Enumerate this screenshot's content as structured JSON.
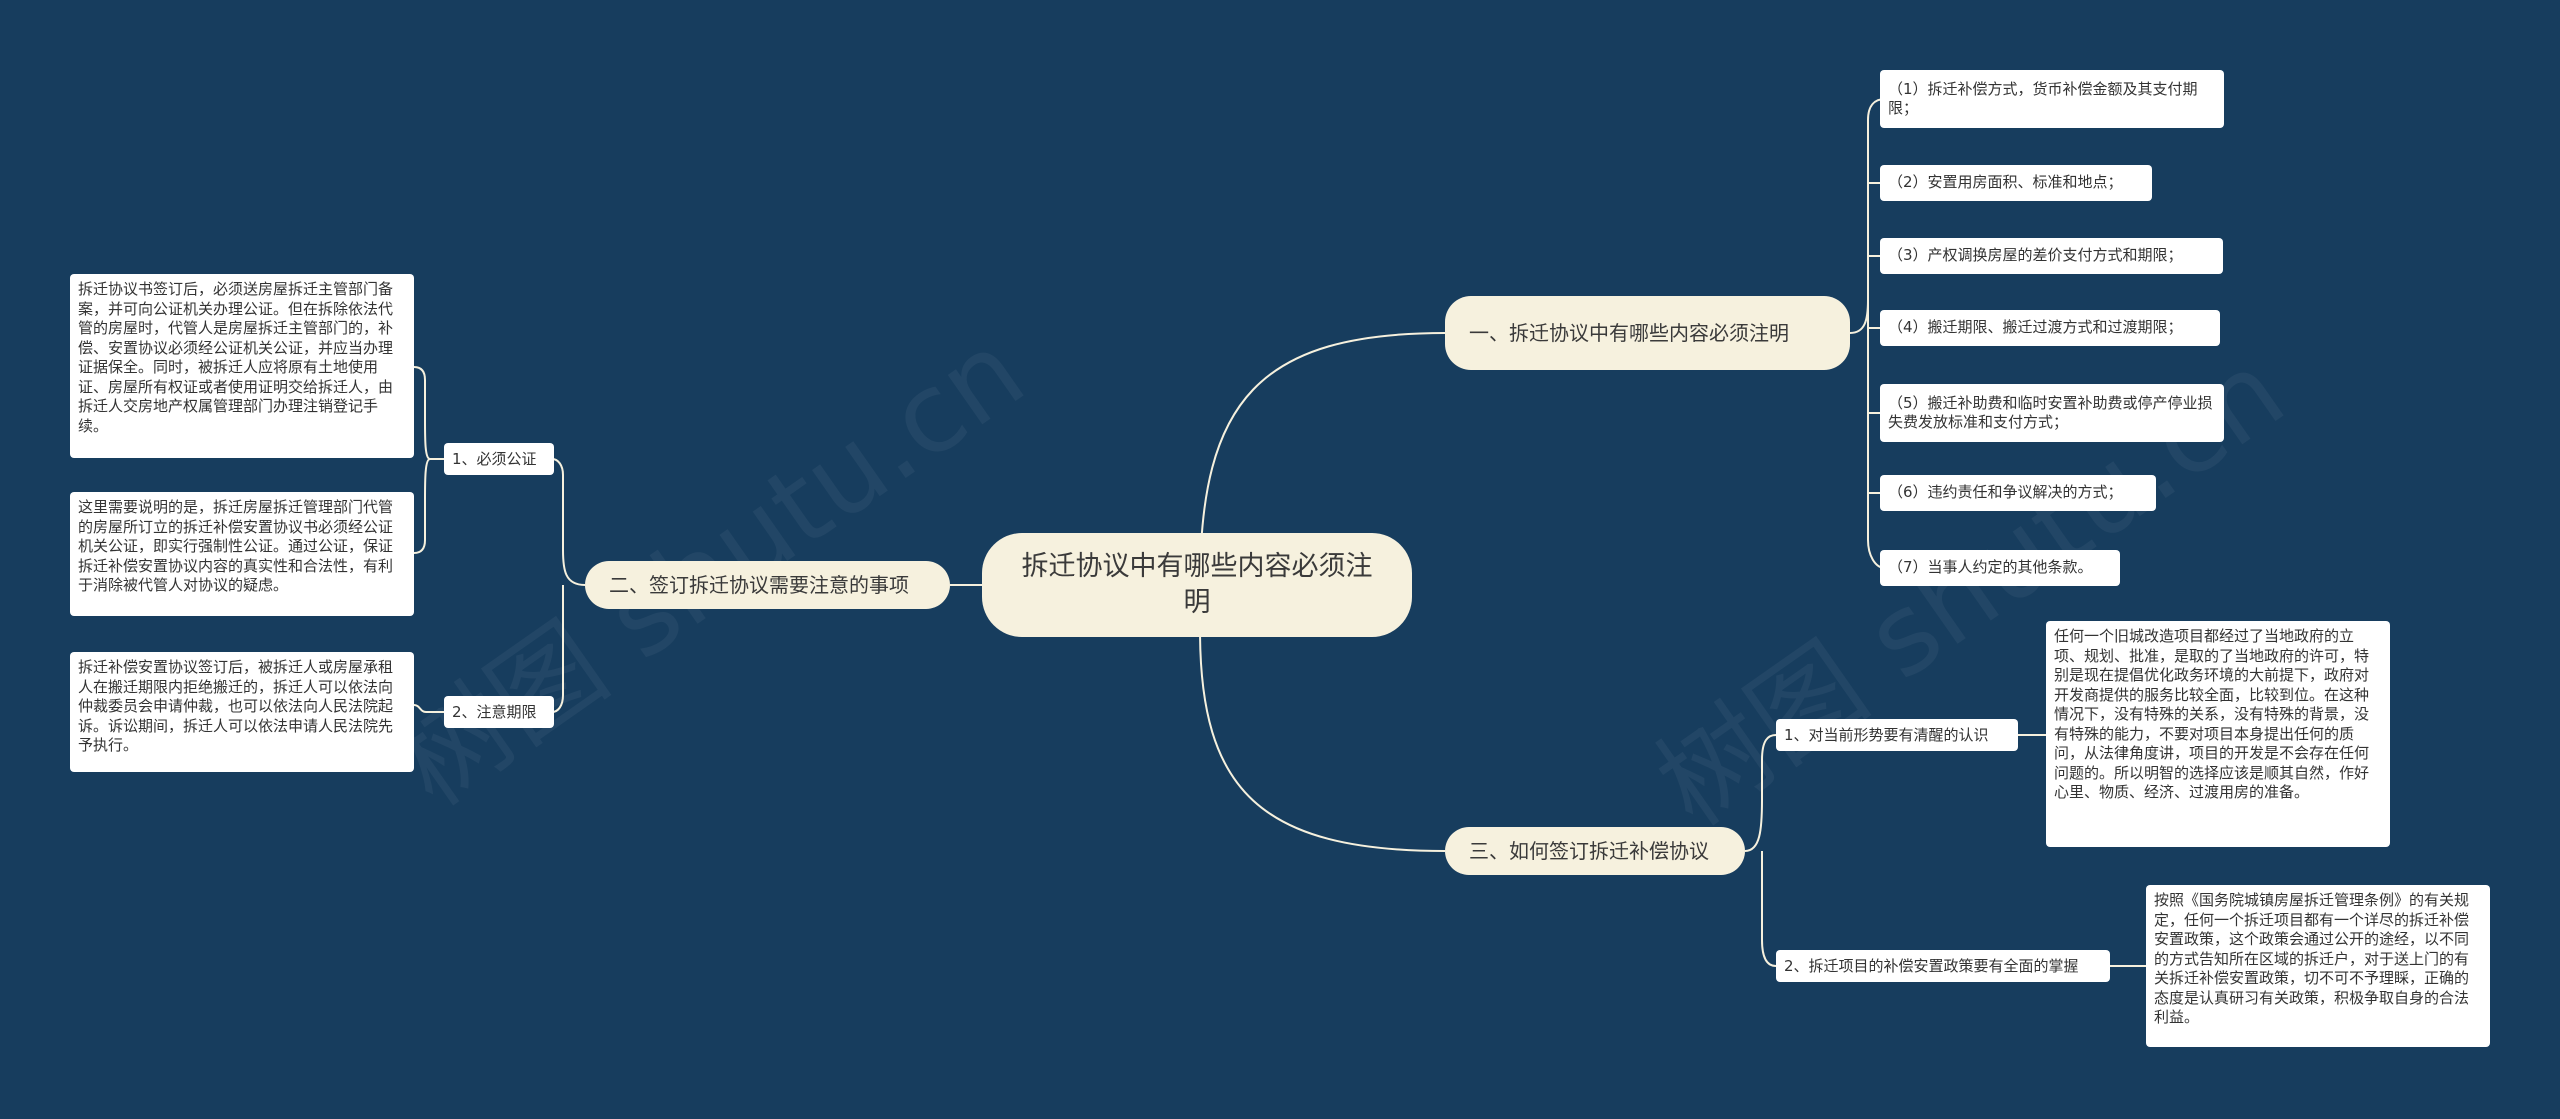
{
  "root": {
    "label": "拆迁协议中有哪些内容必须注明"
  },
  "watermarks": [
    "树图 shutu.cn",
    "树图 shutu.cn"
  ],
  "branch1": {
    "label": "一、拆迁协议中有哪些内容必须注明",
    "items": [
      "（1）拆迁补偿方式，货币补偿金额及其支付期限；",
      "（2）安置用房面积、标准和地点；",
      "（3）产权调换房屋的差价支付方式和期限；",
      "（4）搬迁期限、搬迁过渡方式和过渡期限；",
      "（5）搬迁补助费和临时安置补助费或停产停业损失费发放标准和支付方式；",
      "（6）违约责任和争议解决的方式；",
      "（7）当事人约定的其他条款。"
    ]
  },
  "branch2": {
    "label": "二、签订拆迁协议需要注意的事项",
    "subs": [
      {
        "label": "1、必须公证",
        "leaves": [
          "拆迁协议书签订后，必须送房屋拆迁主管部门备案，并可向公证机关办理公证。但在拆除依法代管的房屋时，代管人是房屋拆迁主管部门的，补偿、安置协议必须经公证机关公证，并应当办理证据保全。同时，被拆迁人应将原有土地使用证、房屋所有权证或者使用证明交给拆迁人，由拆迁人交房地产权属管理部门办理注销登记手续。",
          "这里需要说明的是，拆迁房屋拆迁管理部门代管的房屋所订立的拆迁补偿安置协议书必须经公证机关公证，即实行强制性公证。通过公证，保证拆迁补偿安置协议内容的真实性和合法性，有利于消除被代管人对协议的疑虑。"
        ]
      },
      {
        "label": "2、注意期限",
        "leaves": [
          "拆迁补偿安置协议签订后，被拆迁人或房屋承租人在搬迁期限内拒绝搬迁的，拆迁人可以依法向仲裁委员会申请仲裁，也可以依法向人民法院起诉。诉讼期间，拆迁人可以依法申请人民法院先予执行。"
        ]
      }
    ]
  },
  "branch3": {
    "label": "三、如何签订拆迁补偿协议",
    "subs": [
      {
        "label": "1、对当前形势要有清醒的认识",
        "leaf": "任何一个旧城改造项目都经过了当地政府的立项、规划、批准，是取的了当地政府的许可，特别是现在提倡优化政务环境的大前提下，政府对开发商提供的服务比较全面，比较到位。在这种情况下，没有特殊的关系，没有特殊的背景，没有特殊的能力，不要对项目本身提出任何的质问，从法律角度讲，项目的开发是不会存在任何问题的。所以明智的选择应该是顺其自然，作好心里、物质、经济、过渡用房的准备。"
      },
      {
        "label": "2、拆迁项目的补偿安置政策要有全面的掌握",
        "leaf": "按照《国务院城镇房屋拆迁管理条例》的有关规定，任何一个拆迁项目都有一个详尽的拆迁补偿安置政策，这个政策会通过公开的途经，以不同的方式告知所在区域的拆迁户，对于送上门的有关拆迁补偿安置政策，切不可不予理睬，正确的态度是认真研习有关政策，积极争取自身的合法利益。"
      }
    ]
  },
  "colors": {
    "background": "#173d5e",
    "node_fill": "#f6f1de",
    "line": "#f6f1de",
    "leaf_fill": "#ffffff"
  }
}
